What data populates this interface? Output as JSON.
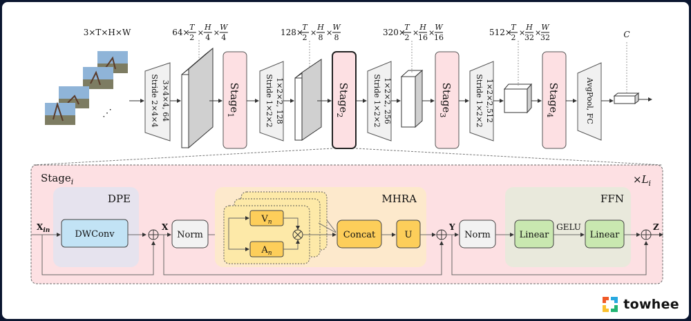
{
  "top": {
    "input_dims": "3×T×H×W",
    "ellipsis": "⋰",
    "stem_conv": {
      "line1": "3×4×4, 64",
      "line2": "Stride 2×4×4"
    },
    "downsample": [
      {
        "line1": "1×2×2, 128",
        "line2": "Stride 1×2×2"
      },
      {
        "line1": "1×2×2, 256",
        "line2": "Stride 1×2×2"
      },
      {
        "line1": "1×2×2,512",
        "line2": "Stride 1×2×2"
      }
    ],
    "feature_dims": [
      {
        "c": "64×",
        "t": "T",
        "td": "2",
        "h": "H",
        "hd": "4",
        "w": "W",
        "wd": "4"
      },
      {
        "c": "128×",
        "t": "T",
        "td": "2",
        "h": "H",
        "hd": "8",
        "w": "W",
        "wd": "8"
      },
      {
        "c": "320×",
        "t": "T",
        "td": "2",
        "h": "H",
        "hd": "16",
        "w": "W",
        "wd": "16"
      },
      {
        "c": "512×",
        "t": "T",
        "td": "2",
        "h": "H",
        "hd": "32",
        "w": "W",
        "wd": "32"
      }
    ],
    "stages": [
      {
        "base": "Stage",
        "sub": "1"
      },
      {
        "base": "Stage",
        "sub": "2"
      },
      {
        "base": "Stage",
        "sub": "3"
      },
      {
        "base": "Stage",
        "sub": "4"
      }
    ],
    "head": "AvgPool, FC",
    "output_dim": "C"
  },
  "stage_detail": {
    "title_base": "Stage",
    "title_sub": "i",
    "repeat_prefix": "×L",
    "repeat_sub": "i",
    "input_label": {
      "base": "X",
      "sub": "in"
    },
    "x_label": "X",
    "y_label": "Y",
    "z_label": "Z",
    "dpe": {
      "title": "DPE",
      "block": "DWConv"
    },
    "norm1": "Norm",
    "mhra": {
      "title": "MHRA",
      "v": {
        "base": "V",
        "sub": "n"
      },
      "a": {
        "base": "A",
        "sub": "n"
      },
      "concat": "Concat",
      "u": "U"
    },
    "norm2": "Norm",
    "ffn": {
      "title": "FFN",
      "linear1": "Linear",
      "activation": "GELU",
      "linear2": "Linear"
    }
  },
  "colors": {
    "stage_fill": "#fde0e3",
    "dpe_fill": "#e6e3ee",
    "dwconv_fill": "#c2e3f5",
    "mhra_fill": "#fde9cc",
    "head_fill": "#fde9a8",
    "block_fill": "#fdce5a",
    "ffn_fill": "#e9e9dc",
    "linear_fill": "#c9e8b0",
    "norm_fill": "#f2f2f2"
  },
  "brand": {
    "name": "towhee"
  }
}
